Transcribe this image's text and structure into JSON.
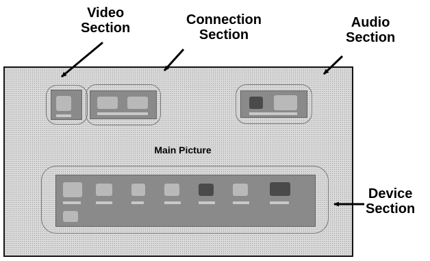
{
  "labels": {
    "video": [
      "Video",
      "Section"
    ],
    "connection": [
      "Connection",
      "Section"
    ],
    "audio": [
      "Audio",
      "Section"
    ],
    "device": [
      "Device",
      "Section"
    ],
    "main_picture": "Main Picture"
  },
  "colors": {
    "screen_fill": "#d9d9d9",
    "panel_fill": "#8a8a8a",
    "outline": "#777777",
    "text": "#000000"
  },
  "icons": [
    "video-thumbnail-icon",
    "connection-cable-icon",
    "audio-speaker-icon",
    "device-icons"
  ]
}
